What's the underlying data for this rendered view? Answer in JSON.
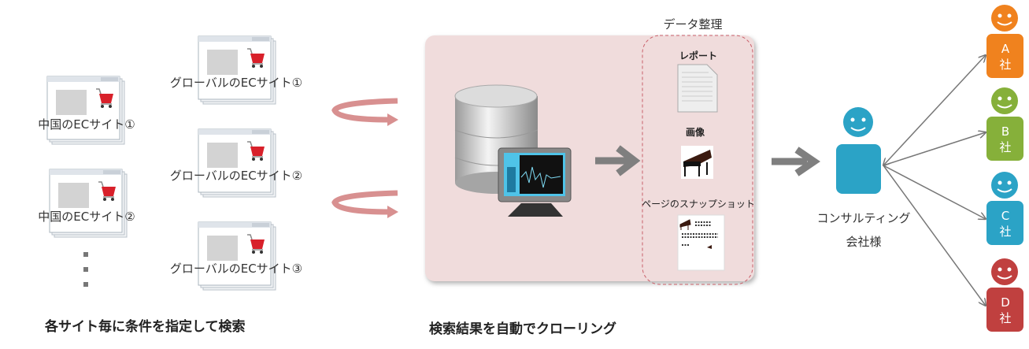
{
  "sites": {
    "china": [
      "中国のECサイト①",
      "中国のECサイト②"
    ],
    "global": [
      "グローバルのECサイト①",
      "グローバルのECサイト②",
      "グローバルのECサイト③"
    ]
  },
  "crawler": {
    "data_org_title": "データ整理",
    "report_label": "レポート",
    "image_label": "画像",
    "snapshot_label": "ページのスナップショット"
  },
  "consultant": {
    "line1": "コンサルティング",
    "line2": "会社様"
  },
  "clients": [
    {
      "letter": "A",
      "suffix": "社",
      "color": "#f0821e"
    },
    {
      "letter": "B",
      "suffix": "社",
      "color": "#86b03a"
    },
    {
      "letter": "C",
      "suffix": "社",
      "color": "#2ba3c6"
    },
    {
      "letter": "D",
      "suffix": "社",
      "color": "#c0403f"
    }
  ],
  "captions": {
    "left": "各サイト毎に条件を指定して検索",
    "middle": "検索結果を自動でクローリング"
  }
}
